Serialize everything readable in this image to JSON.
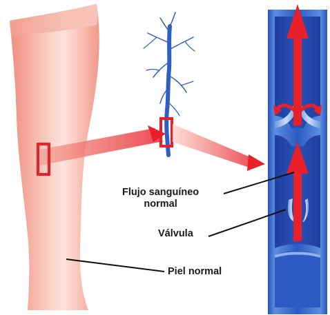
{
  "labels": {
    "flujo_line1": "Flujo sanguíneo",
    "flujo_line2": "normal",
    "valvula": "Válvula",
    "piel": "Piel normal"
  },
  "colors": {
    "skin": "#f6b3a8",
    "skin_highlight": "#fde9e4",
    "vein_dark": "#1d3a8f",
    "vein_mid": "#2f5fc4",
    "vein_light": "#8fb4ea",
    "arrow_red": "#e8202a",
    "leader_line": "#111111"
  },
  "icons": [
    "leg-illustration",
    "vein-tree-illustration",
    "vein-cross-section",
    "magnify-box",
    "flow-arrow"
  ]
}
